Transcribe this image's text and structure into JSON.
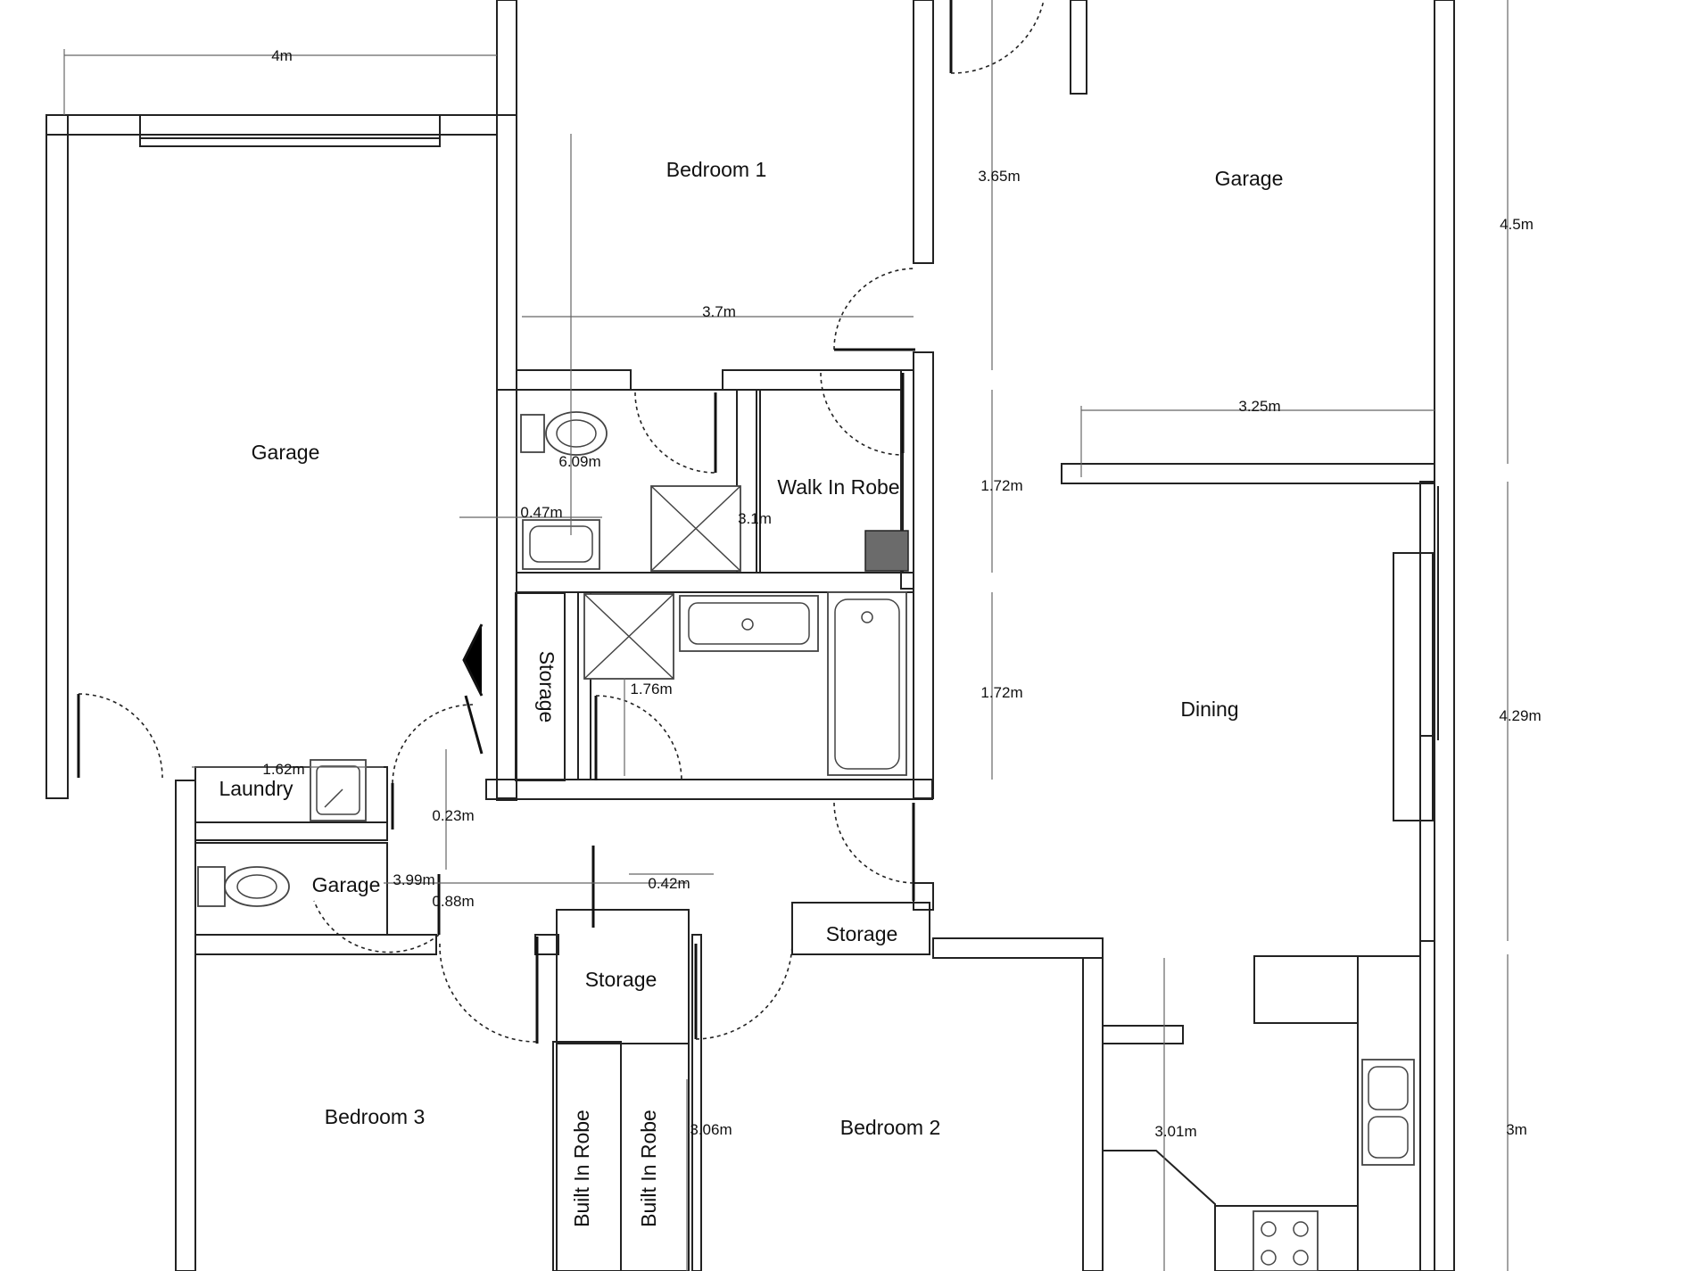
{
  "rooms": {
    "garage_left": "Garage",
    "bedroom_1": "Bedroom 1",
    "garage_right": "Garage",
    "walk_in_robe": "Walk In Robe",
    "storage_vertical": "Storage",
    "dining": "Dining",
    "laundry": "Laundry",
    "garage_small": "Garage",
    "storage_hall": "Storage",
    "storage_right": "Storage",
    "bedroom_3": "Bedroom 3",
    "bedroom_2": "Bedroom 2",
    "built_in_robe_1": "Built In Robe",
    "built_in_robe_2": "Built In Robe"
  },
  "dimensions": {
    "top_width": "4m",
    "bedroom1_height": "3.65m",
    "right_garage_height": "4.5m",
    "bedroom1_width": "3.7m",
    "right_garage_width": "3.25m",
    "ensuite_width": "6.09m",
    "ensuite_small": "0.47m",
    "ensuite_len": "3.1m",
    "robe_height": "1.72m",
    "bath_height": "1.72m",
    "bath_width": "1.76m",
    "dining_height": "4.29m",
    "laundry_width": "1.62m",
    "laundry_gap": "0.23m",
    "wc_width": "3.99m",
    "wc_depth": "0.88m",
    "hall_small": "0.42m",
    "robe_length": "3.06m",
    "kitchen_height": "3.01m",
    "kitchen_right": "3m"
  },
  "colors": {
    "wall": "#222222",
    "hatch": "#bbbbbb",
    "fixture": "#444444",
    "appliance_fill": "#6b6b6b"
  }
}
